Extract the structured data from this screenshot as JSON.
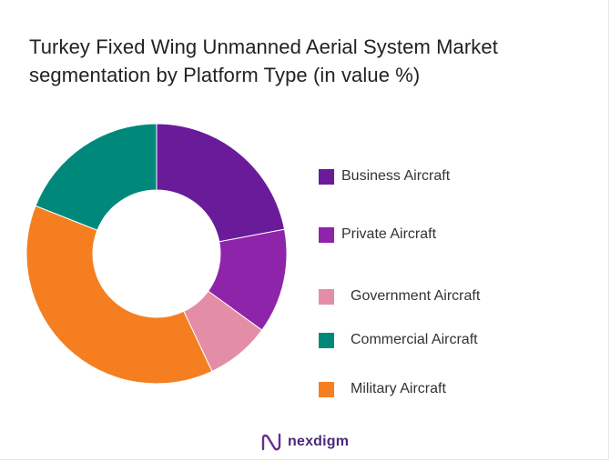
{
  "chart_data": {
    "type": "pie",
    "title": "Turkey Fixed Wing Unmanned Aerial System Market segmentation by Platform Type (in value %)",
    "donut": true,
    "slices": [
      {
        "label": "Business Aircraft",
        "value": 22,
        "color": "#6a1b9a"
      },
      {
        "label": "Private Aircraft",
        "value": 13,
        "color": "#8e24aa"
      },
      {
        "label": "Government Aircraft",
        "value": 8,
        "color": "#e38ea6"
      },
      {
        "label": "Military Aircraft",
        "value": 38,
        "color": "#f57f20"
      },
      {
        "label": "Commercial Aircraft",
        "value": 19,
        "color": "#00897b"
      }
    ],
    "legend_order": [
      "Business Aircraft",
      "Private Aircraft",
      "Government Aircraft",
      "Commercial Aircraft",
      "Military Aircraft"
    ],
    "legend_position": "right"
  },
  "logo": {
    "text": "nexdigm",
    "icon": "nexdigm-logo-icon"
  }
}
